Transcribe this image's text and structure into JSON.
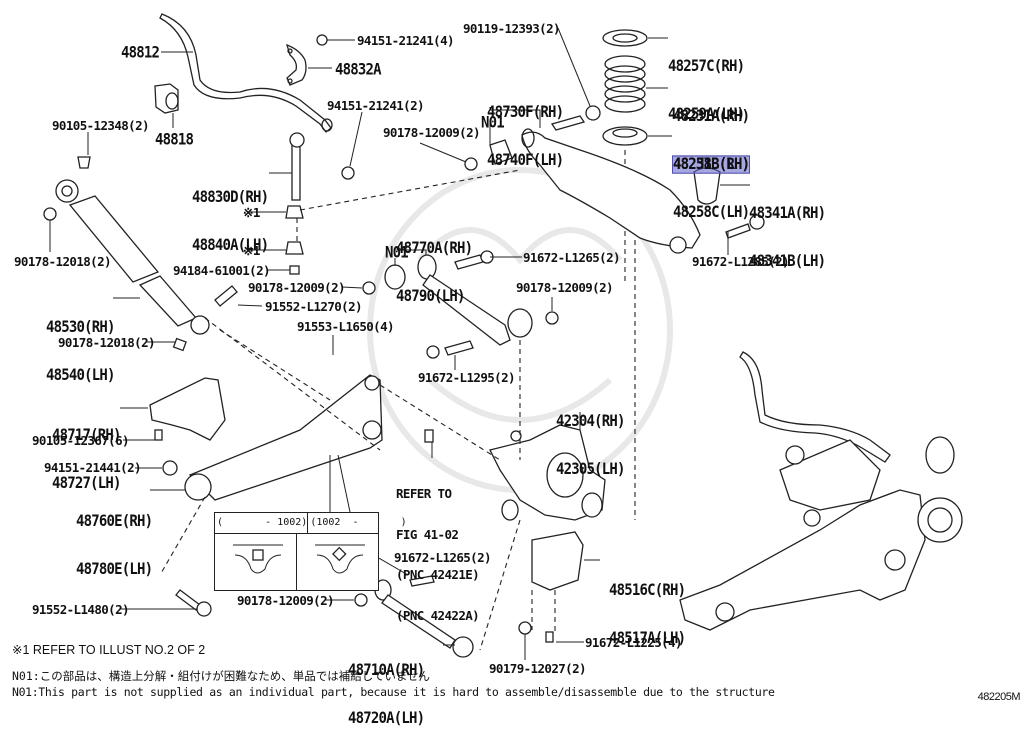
{
  "diagram": {
    "title_code": "482205M",
    "selected_part": "48231B(LH)",
    "highlight_color": "#5c5cc8",
    "parts": {
      "stabilizer_bar": "48812",
      "stabilizer_bushing": "48818",
      "stabilizer_bracket": "48832A",
      "nut_top": "94151-21241(4)",
      "nut_link": "94151-21241(2)",
      "bolt_shock_top": "90105-12348(2)",
      "link_rh": "48830D(RH)",
      "link_lh": "48840A(LH)",
      "ref1a": "※1",
      "ref1b": "※1",
      "nut_94184": "94184-61001(2)",
      "nut_shock_top": "90178-12018(2)",
      "shock_rh": "48530(RH)",
      "shock_lh": "48540(LH)",
      "nut_shock_bottom": "90178-12018(2)",
      "bolt_91552_1270": "91552-L1270(2)",
      "nut_12009_a": "90178-12009(2)",
      "bolt_91553": "91553-L1650(4)",
      "bolt_90119": "90119-12393(2)",
      "upper_arm_rh": "48730F(RH)",
      "upper_arm_lh": "48740F(LH)",
      "n01_upper": "N01",
      "nut_12009_b": "90178-12009(2)",
      "insulator_upper_rh": "48257C(RH)",
      "insulator_upper_lh": "48259A(LH)",
      "spring_rh": "48231A(RH)",
      "spring_lh": "48231B(LH)",
      "insulator_lower_rh": "48258B(RH)",
      "insulator_lower_lh": "48258C(LH)",
      "bumper_rh": "48341A(RH)",
      "bumper_lh": "48341B(LH)",
      "bolt_1285": "91672-L1285(2)",
      "arm_48770_rh": "48770A(RH)",
      "arm_48790_lh": "48790(LH)",
      "n01_lower": "N01",
      "bolt_1265_a": "91672-L1265(2)",
      "nut_12009_c": "90178-12009(2)",
      "bolt_1295": "91672-L1295(2)",
      "knuckle_rh": "42304(RH)",
      "knuckle_lh": "42305(LH)",
      "refer_to": "REFER TO",
      "refer_fig": "FIG 41-02",
      "refer_pnc1": "(PNC 42421E)",
      "refer_pnc2": "(PNC 42422A)",
      "bracket_rh": "48717(RH)",
      "bracket_lh": "48727(LH)",
      "bolt_12367": "90105-12367(6)",
      "nut_21441": "94151-21441(2)",
      "trailing_arm_rh": "48760E(RH)",
      "trailing_arm_lh": "48780E(LH)",
      "bolt_1265_b": "91672-L1265(2)",
      "bolt_1480": "91552-L1480(2)",
      "nut_12009_d": "90178-12009(2)",
      "rod_rh": "48710A(RH)",
      "rod_lh": "48720A(LH)",
      "nut_12027": "90179-12027(2)",
      "bracket_516_rh": "48516C(RH)",
      "bracket_517_lh": "48517A(LH)",
      "bolt_1225": "91672-L1225(4)"
    },
    "inset": {
      "col1": "(       - 1002)",
      "col2": "(1002  -       )"
    },
    "notes": {
      "ref_note": "※1 REFER TO ILLUST NO.2 OF 2",
      "n01_jp": "N01:この部品は、構造上分解・組付けが困難なため、単品では補給していません",
      "n01_en": "N01:This part is not supplied as an individual part, because it is hard to assemble/disassemble due to the structure"
    }
  }
}
